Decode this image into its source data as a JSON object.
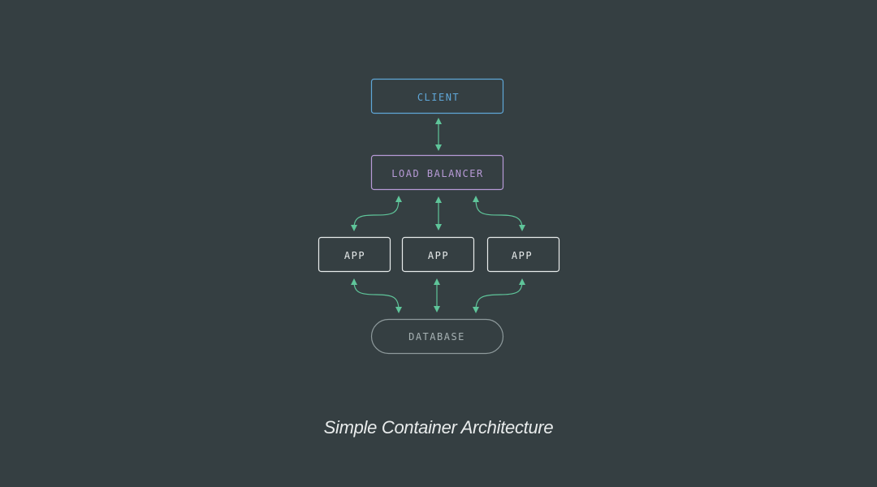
{
  "diagram": {
    "nodes": {
      "client": "CLIENT",
      "load_balancer": "LOAD BALANCER",
      "app_1": "APP",
      "app_2": "APP",
      "app_3": "APP",
      "database": "DATABASE"
    },
    "caption": "Simple Container Architecture"
  },
  "colors": {
    "background": "#353f42",
    "client": "#5fa7d8",
    "load_balancer": "#b79ad6",
    "app": "#e8ecec",
    "database": "#a6b1b3",
    "arrow": "#5fc59a"
  },
  "edges": [
    {
      "from": "client",
      "to": "load_balancer",
      "direction": "both"
    },
    {
      "from": "load_balancer",
      "to": "app_1",
      "direction": "both"
    },
    {
      "from": "load_balancer",
      "to": "app_2",
      "direction": "both"
    },
    {
      "from": "load_balancer",
      "to": "app_3",
      "direction": "both"
    },
    {
      "from": "app_1",
      "to": "database",
      "direction": "both"
    },
    {
      "from": "app_2",
      "to": "database",
      "direction": "both"
    },
    {
      "from": "app_3",
      "to": "database",
      "direction": "both"
    }
  ]
}
